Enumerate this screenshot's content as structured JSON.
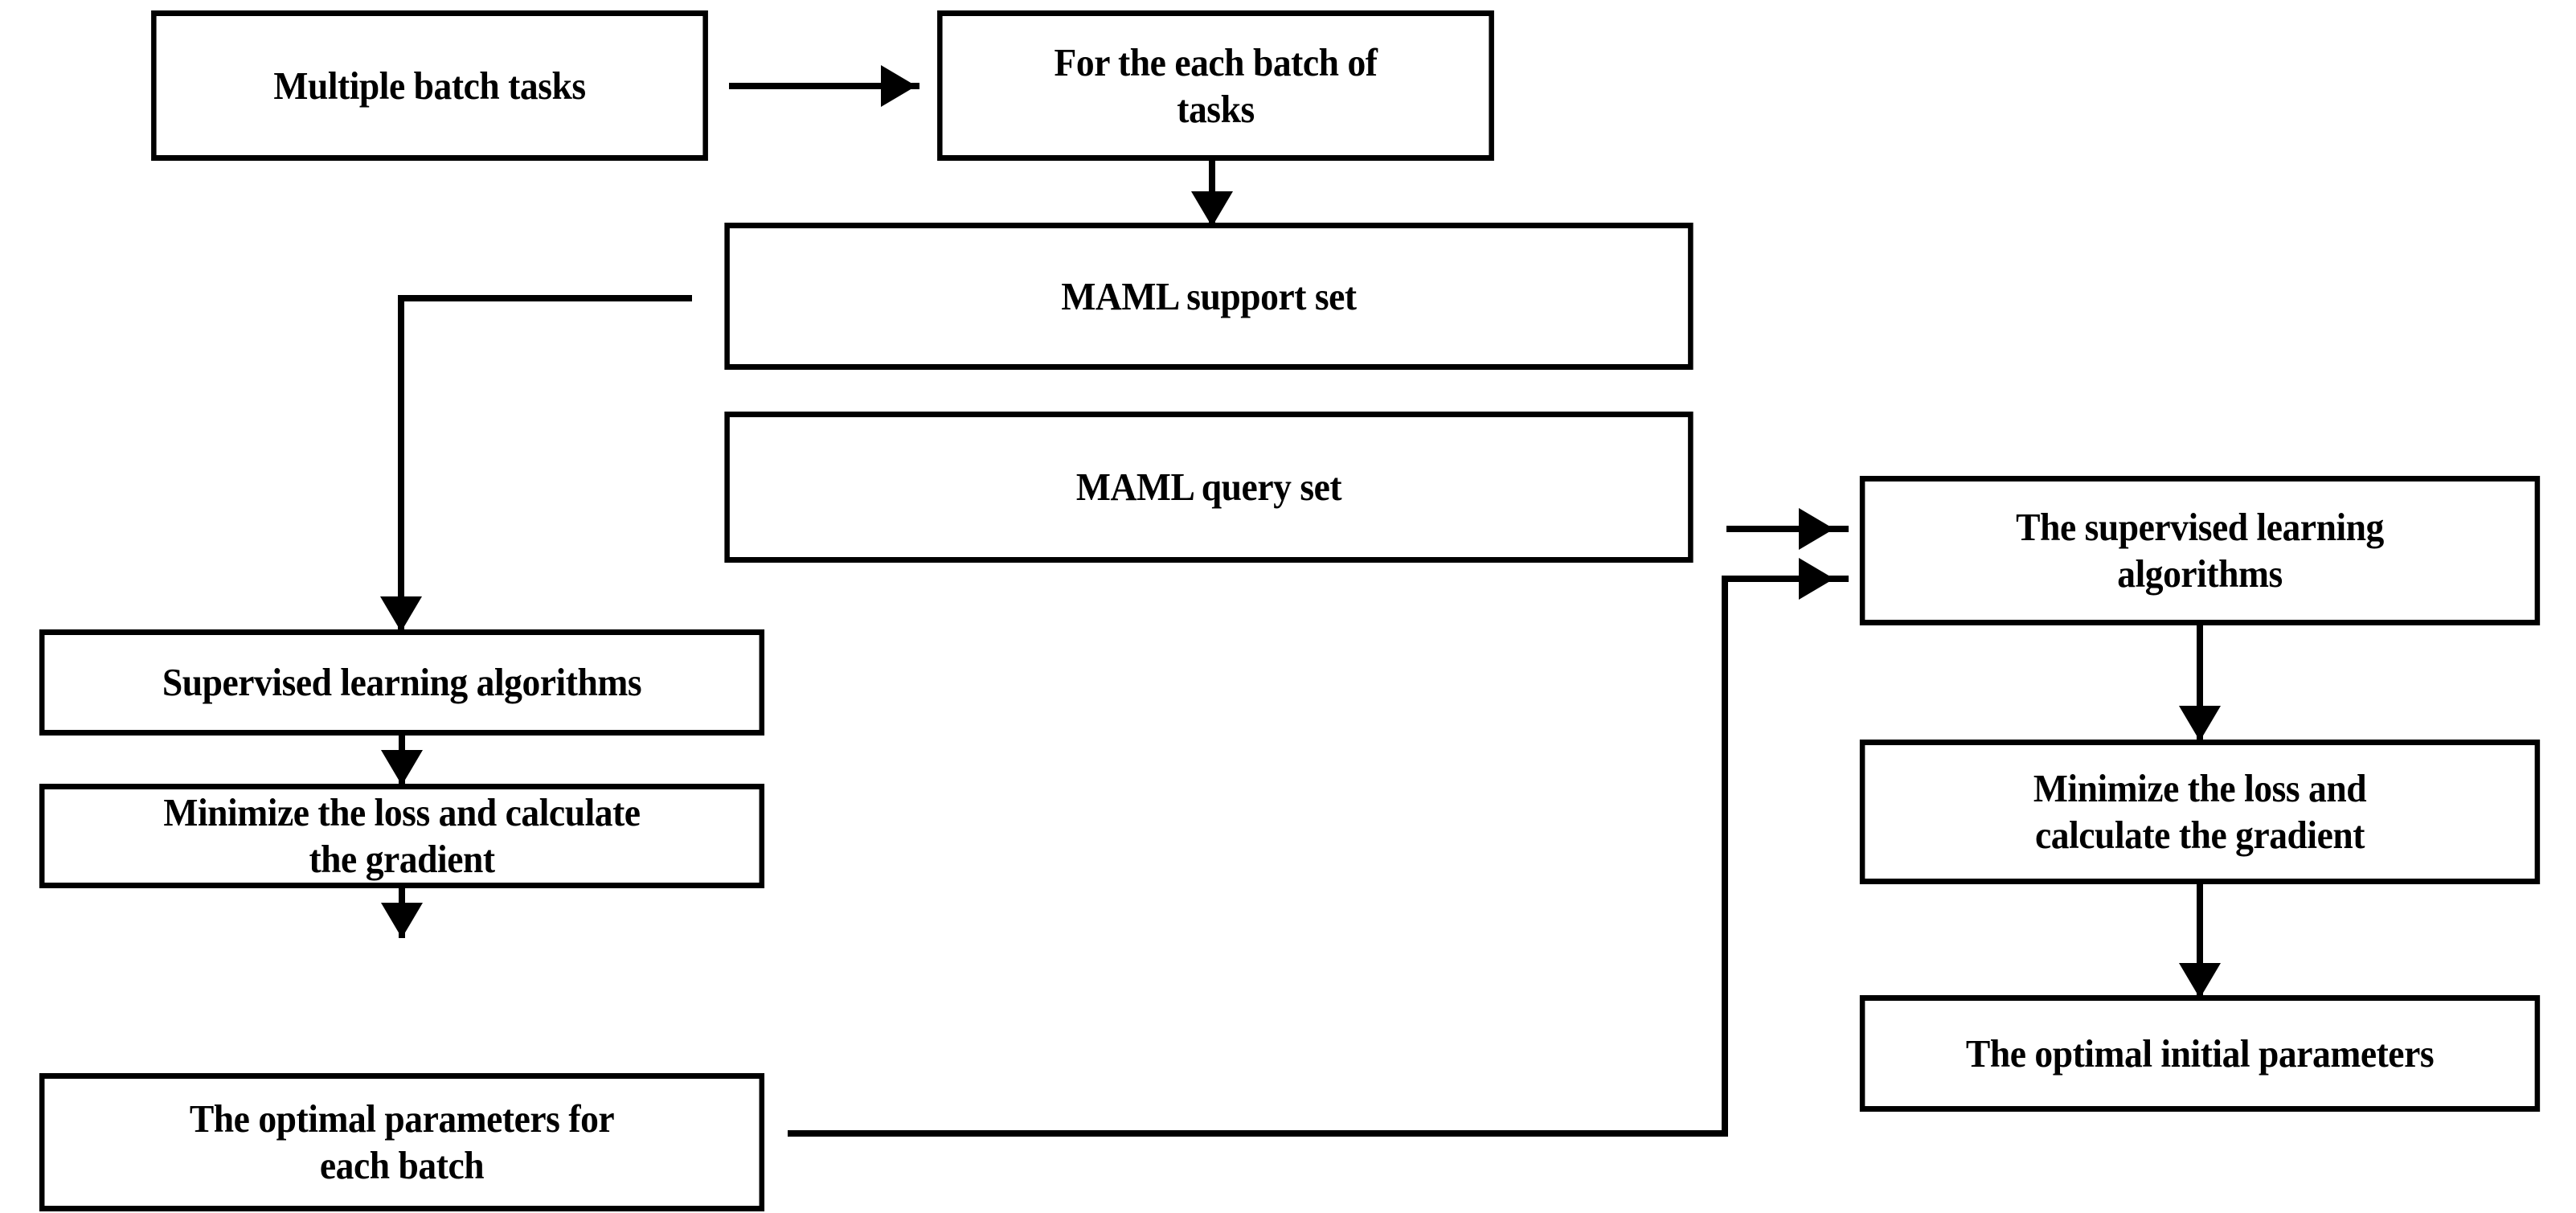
{
  "diagram": {
    "title": "MAML meta-learning training flowchart",
    "stroke_color": "#000000",
    "fill_color": "#ffffff",
    "nodes": [
      {
        "id": "multiple-batch-tasks",
        "label": "Multiple batch tasks"
      },
      {
        "id": "for-each-batch",
        "label": "For the each batch of\ntasks"
      },
      {
        "id": "maml-support-set",
        "label": "MAML support set"
      },
      {
        "id": "maml-query-set",
        "label": "MAML query set"
      },
      {
        "id": "supervised-left",
        "label": "Supervised learning algorithms"
      },
      {
        "id": "minimize-left",
        "label": "Minimize the loss and calculate\nthe gradient"
      },
      {
        "id": "optimal-batch-params",
        "label": "The optimal parameters for\neach batch"
      },
      {
        "id": "supervised-right",
        "label": "The supervised learning\nalgorithms"
      },
      {
        "id": "minimize-right",
        "label": "Minimize the loss and\ncalculate the gradient"
      },
      {
        "id": "optimal-initial-params",
        "label": "The optimal initial parameters"
      }
    ],
    "edges": [
      {
        "from": "multiple-batch-tasks",
        "to": "for-each-batch"
      },
      {
        "from": "for-each-batch",
        "to": "maml-support-set"
      },
      {
        "from": "maml-support-set",
        "to": "supervised-left"
      },
      {
        "from": "supervised-left",
        "to": "minimize-left"
      },
      {
        "from": "minimize-left",
        "to": "optimal-batch-params"
      },
      {
        "from": "maml-query-set",
        "to": "supervised-right"
      },
      {
        "from": "optimal-batch-params",
        "to": "supervised-right"
      },
      {
        "from": "supervised-right",
        "to": "minimize-right"
      },
      {
        "from": "minimize-right",
        "to": "optimal-initial-params"
      }
    ]
  }
}
